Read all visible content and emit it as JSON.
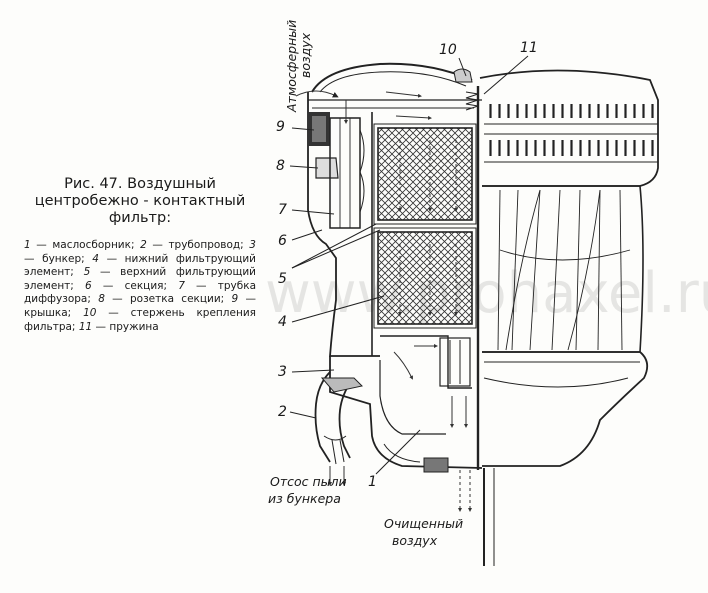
{
  "caption": {
    "title": "Рис. 47. Воздушный центробежно - контактный фильтр:",
    "legend": [
      {
        "num": "1",
        "text": "маслосборник;"
      },
      {
        "num": "2",
        "text": "трубопровод;"
      },
      {
        "num": "3",
        "text": "бункер;"
      },
      {
        "num": "4",
        "text": "нижний фильтрующий элемент;"
      },
      {
        "num": "5",
        "text": "верхний фильтрующий элемент;"
      },
      {
        "num": "6",
        "text": "секция;"
      },
      {
        "num": "7",
        "text": "трубка диффузора;"
      },
      {
        "num": "8",
        "text": "розетка секции;"
      },
      {
        "num": "9",
        "text": "крышка;"
      },
      {
        "num": "10",
        "text": "стержень крепления фильтра;"
      },
      {
        "num": "11",
        "text": "пружина"
      }
    ]
  },
  "labels": {
    "atmospheric_air_line1": "Атмосферный",
    "atmospheric_air_line2": "воздух",
    "dust_suction_line1": "Отсос пыли",
    "dust_suction_line2": "из бункера",
    "clean_air_line1": "Очищенный",
    "clean_air_line2": "воздух"
  },
  "callouts": {
    "n1": "1",
    "n2": "2",
    "n3": "3",
    "n4": "4",
    "n5": "5",
    "n6": "6",
    "n7": "7",
    "n8": "8",
    "n9": "9",
    "n10": "10",
    "n11": "11"
  },
  "watermark": "www.prohaxel.ru"
}
